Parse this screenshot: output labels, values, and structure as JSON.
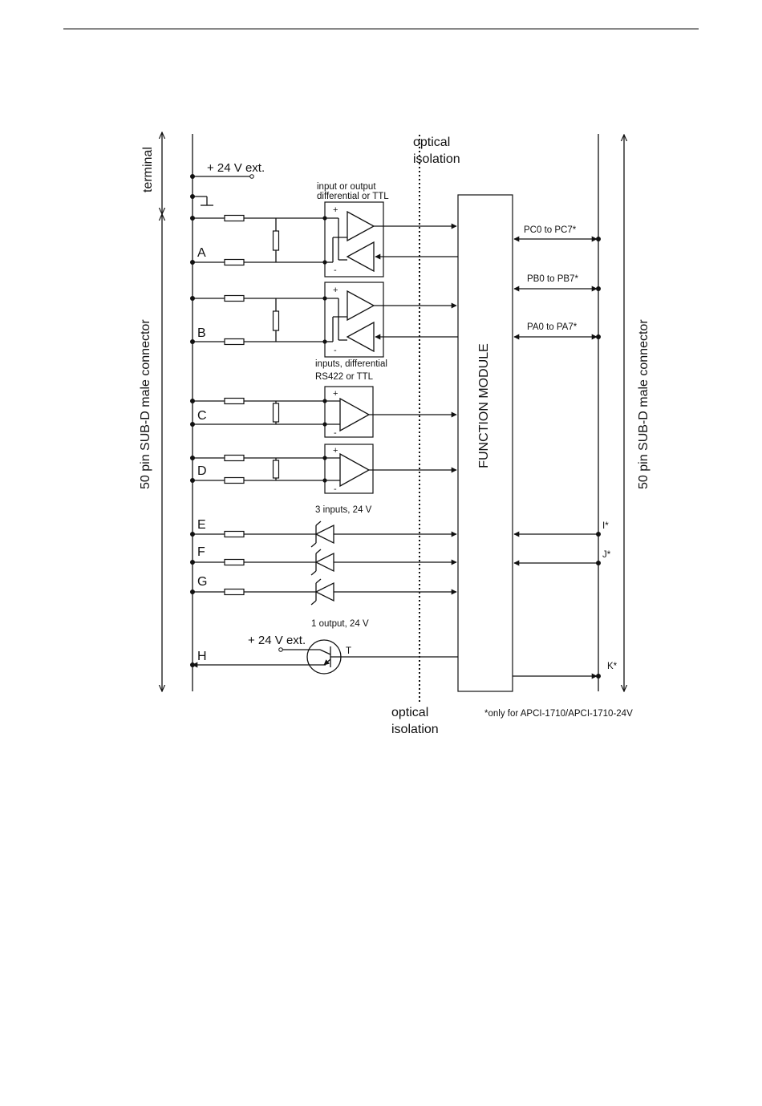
{
  "diagram": {
    "left_connector_label": "50 pin SUB-D male connector",
    "right_connector_label": "50 pin SUB-D male connector",
    "terminal_label": "terminal",
    "supply_top": "+ 24 V ext.",
    "optical_top_line1": "optical",
    "optical_top_line2": "isolation",
    "optical_bottom_line1": "optical",
    "optical_bottom_line2": "isolation",
    "group_ab_line1": "input or output",
    "group_ab_line2": "differential or TTL",
    "group_cd_line1": "inputs, differential",
    "group_cd_line2": "RS422 or TTL",
    "group_efg": "3 inputs, 24 V",
    "group_h": "1 output, 24 V",
    "supply_h": "+ 24 V ext.",
    "transistor": "T",
    "channels": [
      "A",
      "B",
      "C",
      "D",
      "E",
      "F",
      "G",
      "H"
    ],
    "function_module": "FUNCTION MODULE",
    "ports": [
      "PC0 to PC7*",
      "PB0 to PB7*",
      "PA0 to PA7*"
    ],
    "right_pins": [
      "I*",
      "J*",
      "K*"
    ],
    "footnote": "*only for APCI-1710/APCI-1710-24V",
    "plus_sign": "+",
    "minus_sign": "-"
  }
}
